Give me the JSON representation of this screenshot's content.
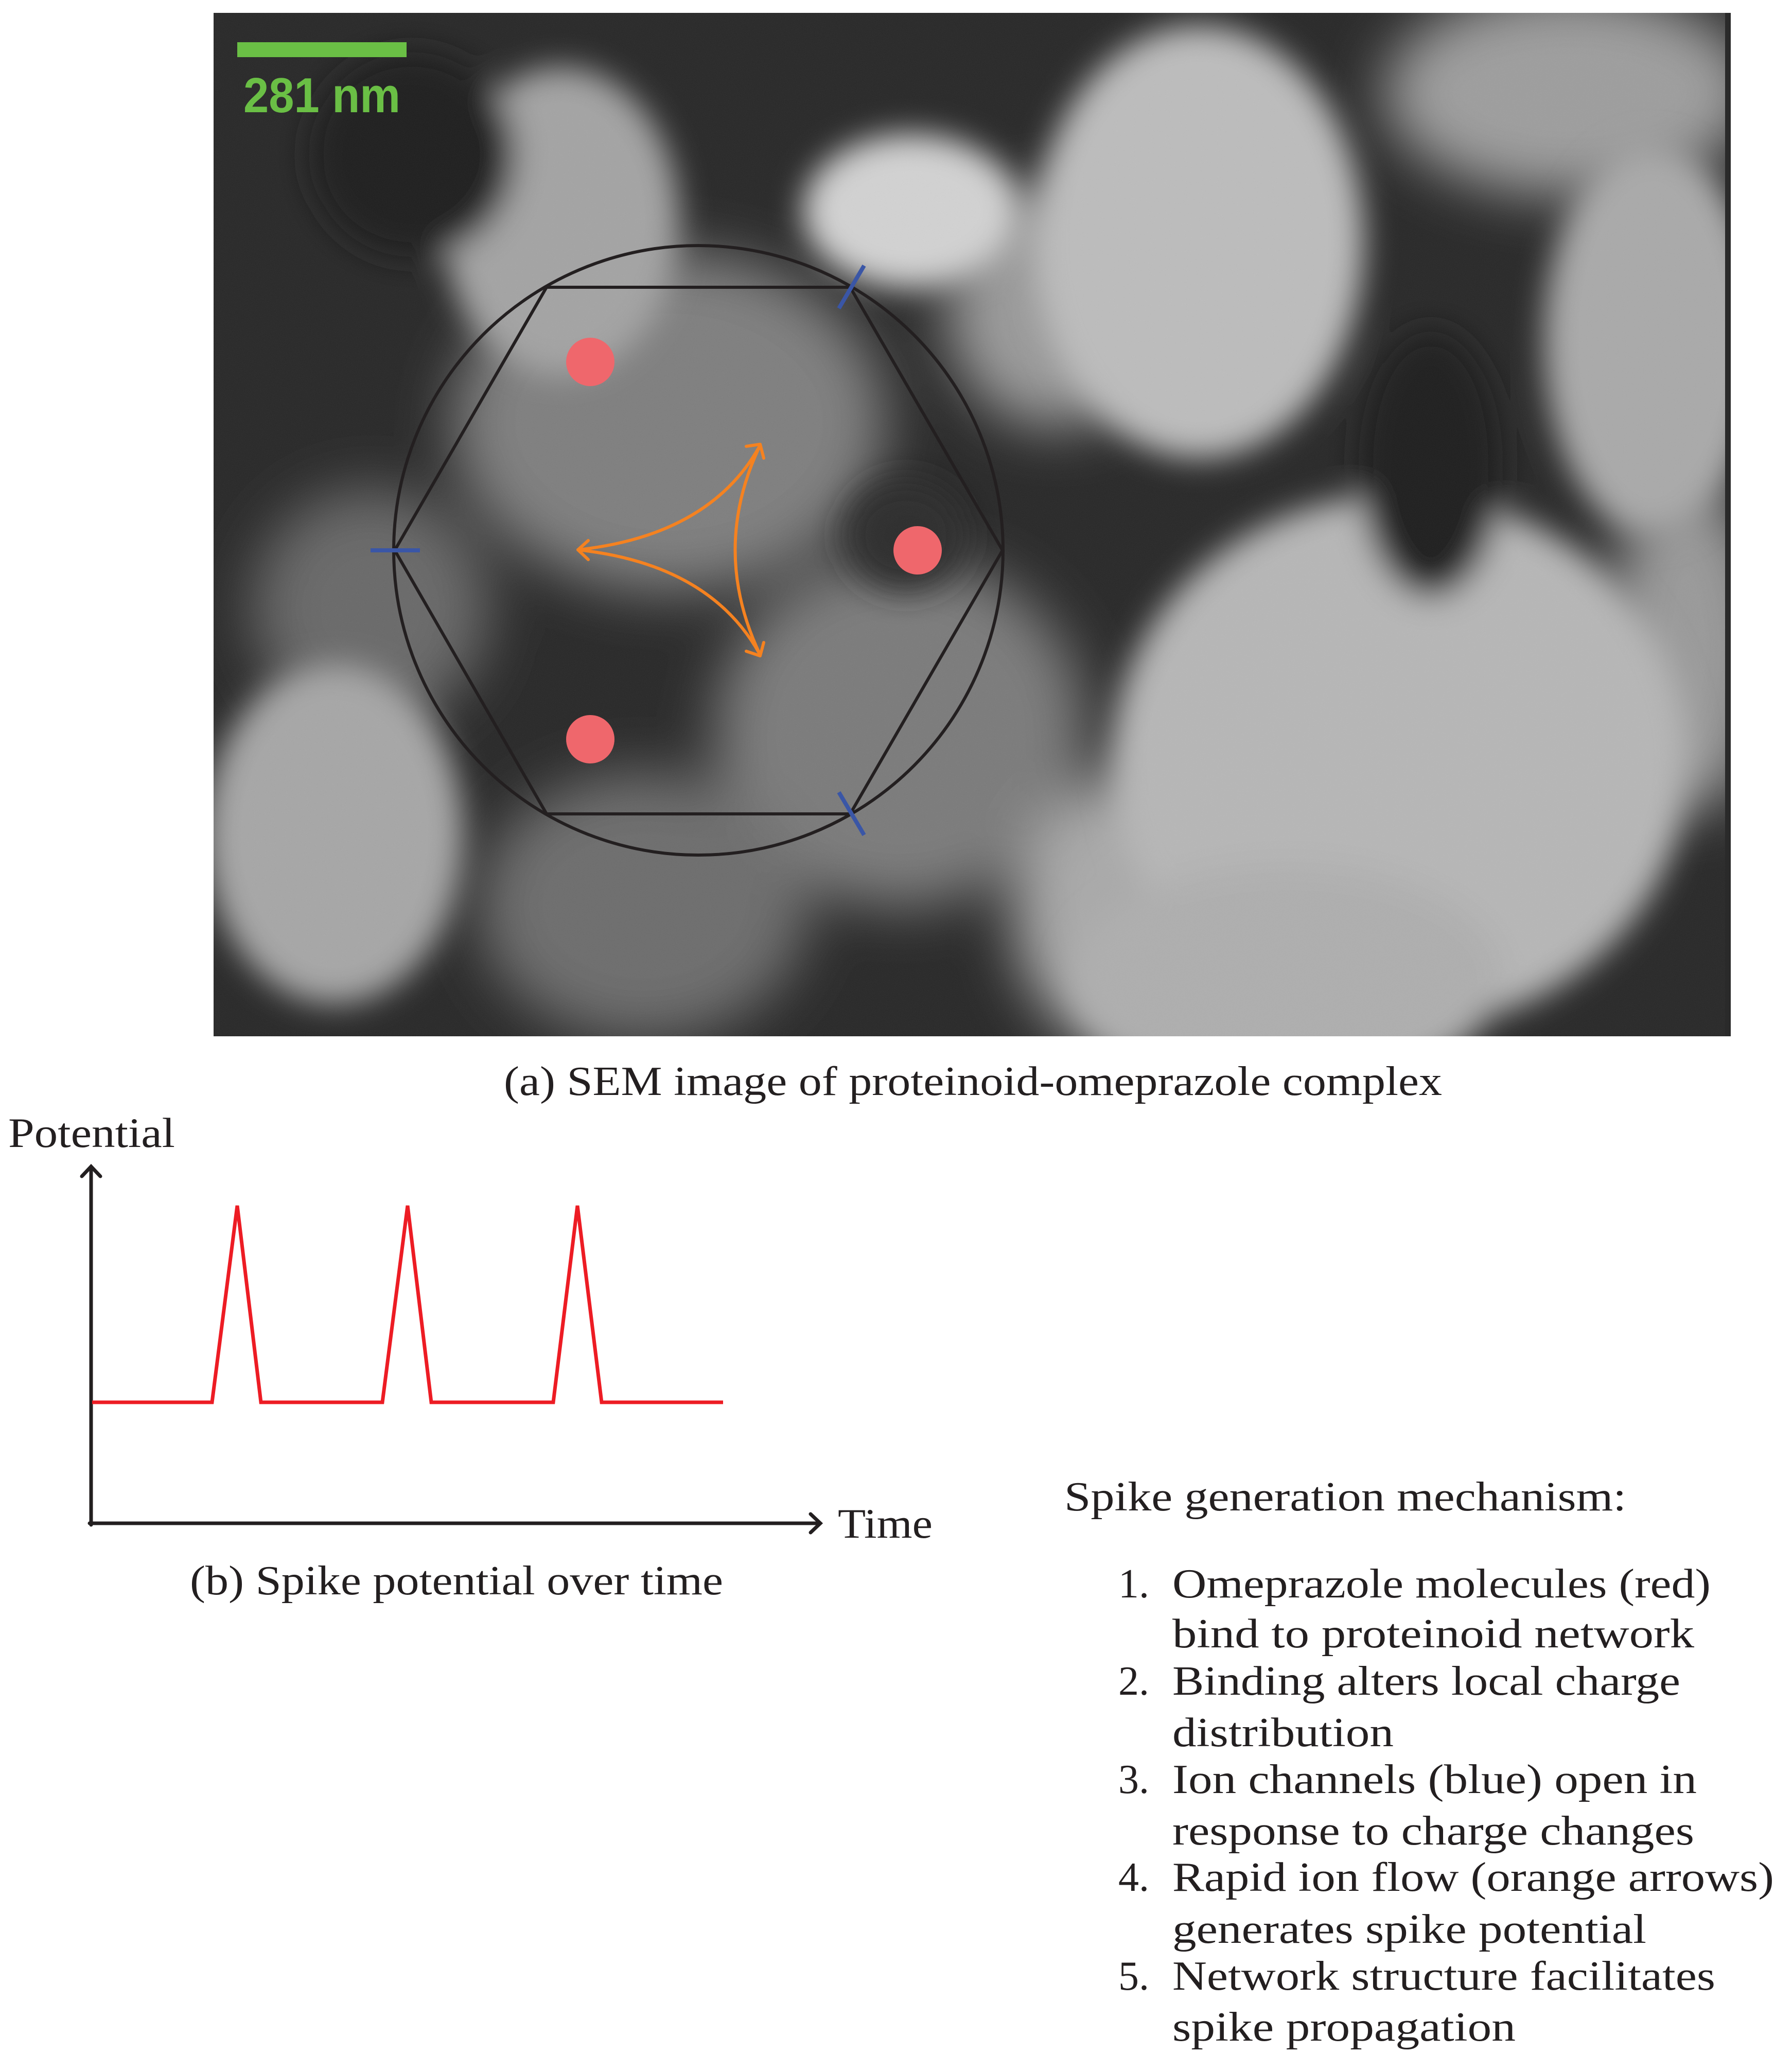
{
  "figure": {
    "panel_a": {
      "caption": "(a) SEM image of proteinoid-omeprazole complex",
      "scale_bar": {
        "label": "281 nm",
        "color": "#6abf45"
      },
      "overlay": {
        "circle_color": "#231f20",
        "hexagon_color": "#231f20",
        "molecule_color": "#ef676c",
        "ion_channel_color": "#3a56a6",
        "ion_flow_color": "#f58220",
        "molecules": [
          {
            "label": "omeprazole-molecule-1"
          },
          {
            "label": "omeprazole-molecule-2"
          },
          {
            "label": "omeprazole-molecule-3"
          }
        ],
        "ion_channels_count": 3,
        "ion_flow_arrows_count": 3
      }
    },
    "panel_b": {
      "caption": "(b) Spike potential over time",
      "y_axis_label": "Potential",
      "x_axis_label": "Time",
      "trace_color": "#ed1c24"
    },
    "mechanism": {
      "heading": "Spike generation mechanism:",
      "items": [
        {
          "num": "1.",
          "lines": [
            "Omeprazole molecules (red)",
            "bind to proteinoid network"
          ]
        },
        {
          "num": "2.",
          "lines": [
            "Binding alters local charge",
            "distribution"
          ]
        },
        {
          "num": "3.",
          "lines": [
            "Ion channels (blue) open in",
            "response to charge changes"
          ]
        },
        {
          "num": "4.",
          "lines": [
            "Rapid ion flow (orange arrows)",
            "generates spike potential"
          ]
        },
        {
          "num": "5.",
          "lines": [
            "Network structure facilitates",
            "spike propagation"
          ]
        }
      ]
    }
  },
  "chart_data": {
    "type": "line",
    "title": "(b) Spike potential over time",
    "xlabel": "Time",
    "ylabel": "Potential",
    "grid": false,
    "legend": null,
    "description": "Schematic: flat baseline with three identical, evenly spaced triangular spikes; no numeric ticks",
    "x": [
      0,
      1.5,
      1.75,
      2.0,
      3.0,
      3.25,
      3.5,
      4.5,
      4.75,
      5.0,
      6.2
    ],
    "values": [
      0.5,
      0.5,
      1.0,
      0.5,
      0.5,
      1.0,
      0.5,
      0.5,
      1.0,
      0.5,
      0.5
    ],
    "ylim": [
      0,
      1.1
    ]
  }
}
